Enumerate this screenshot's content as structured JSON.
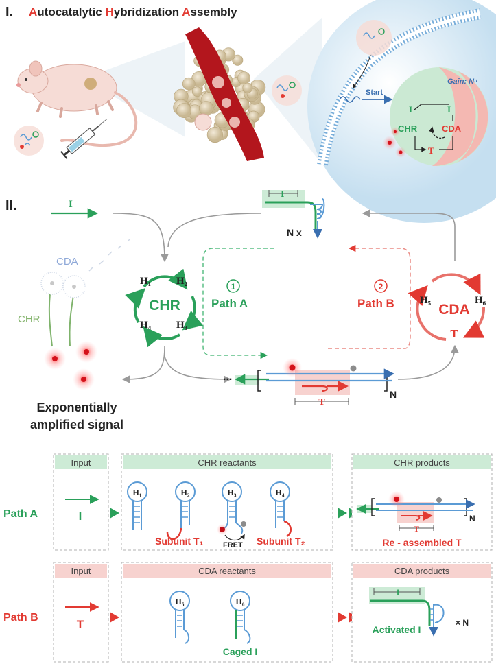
{
  "colors": {
    "green": "#2aa05a",
    "red": "#e23a32",
    "blue": "#5b9bd5",
    "gray": "#9a9a9a",
    "green_fill": "#d6eedd",
    "red_fill": "#f7d2cf",
    "dark": "#222222"
  },
  "panel1": {
    "label": "I.",
    "title_parts": [
      {
        "t": "A",
        "c": "red"
      },
      {
        "t": "utocatalytic ",
        "c": "dark"
      },
      {
        "t": "H",
        "c": "red"
      },
      {
        "t": "ybridization ",
        "c": "dark"
      },
      {
        "t": "A",
        "c": "red"
      },
      {
        "t": "ssembly",
        "c": "dark"
      }
    ],
    "start": "Start",
    "gain": "Gain: Nⁿ",
    "cell_I_left": "I",
    "cell_I_right": "I",
    "cell_chr": "CHR",
    "cell_cda": "CDA",
    "cell_T": "T"
  },
  "panel2": {
    "label": "II.",
    "input_I": "I",
    "top_I": "I",
    "n_times": "N x",
    "cda_word": "CDA",
    "chr_word": "CHR",
    "chr_cycle": {
      "center": "CHR",
      "h1": "H₁",
      "h2": "H₂",
      "h3": "H₃",
      "h4": "H₄"
    },
    "cda_cycle": {
      "center": "CDA",
      "h5": "H₅",
      "h6": "H₆",
      "t": "T"
    },
    "path_a_num": "1",
    "path_a": "Path A",
    "path_b_num": "2",
    "path_b": "Path B",
    "signal_line1": "Exponentially",
    "signal_line2": "amplified signal",
    "bracket_n": "N",
    "ellipsis": "...",
    "product_T": "T"
  },
  "panel3": {
    "row_a": {
      "label": "Path A",
      "input_header": "Input",
      "input_symbol": "I",
      "reactants_header": "CHR reactants",
      "h1": "H₁",
      "h2": "H₂",
      "h3": "H₃",
      "h4": "H₄",
      "subunit1": "Subunit T₁",
      "fret": "FRET",
      "subunit2": "Subunit T₂",
      "products_header": "CHR products",
      "products_n": "N",
      "products_T": "T",
      "products_caption": "Re - assembled T"
    },
    "row_b": {
      "label": "Path B",
      "input_header": "Input",
      "input_symbol": "T",
      "reactants_header": "CDA reactants",
      "h5": "H₅",
      "h6": "H₆",
      "caged": "Caged I",
      "products_header": "CDA products",
      "products_I": "I",
      "products_caption": "Activated I",
      "products_n": "× N"
    }
  }
}
